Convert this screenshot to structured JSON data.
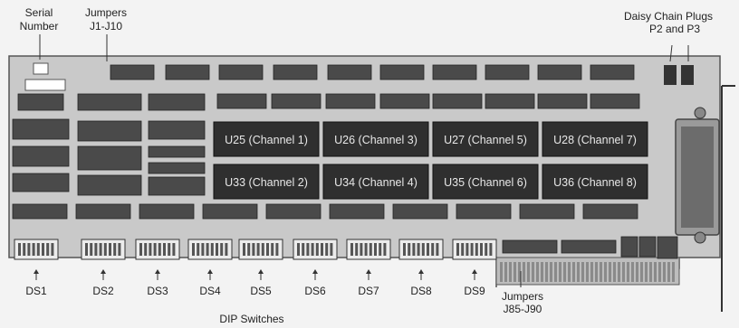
{
  "colors": {
    "board": "#c9c9c9",
    "chip": "#4a4a4a",
    "chip_dark": "#2f2f2f",
    "label_ink": "#222222",
    "background": "#f3f3f3"
  },
  "labels": {
    "serial_number_line1": "Serial",
    "serial_number_line2": "Number",
    "jumpers_top_line1": "Jumpers",
    "jumpers_top_line2": "J1-J10",
    "daisy_line1": "Daisy  Chain  Plugs",
    "daisy_line2": "P2  and  P3",
    "dip_switches": "DIP  Switches",
    "jumpers_bottom_line1": "Jumpers",
    "jumpers_bottom_line2": "J85-J90"
  },
  "channel_chips": [
    "U25 (Channel 1)",
    "U26 (Channel 3)",
    "U27 (Channel 5)",
    "U28 (Channel 7)",
    "U33 (Channel 2)",
    "U34 (Channel 4)",
    "U35 (Channel 6)",
    "U36 (Channel 8)"
  ],
  "dip_labels": [
    "DS1",
    "DS2",
    "DS3",
    "DS4",
    "DS5",
    "DS6",
    "DS7",
    "DS8",
    "DS9"
  ]
}
